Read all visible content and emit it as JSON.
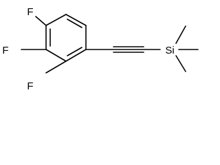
{
  "molecule": {
    "atoms": {
      "f_top": "F",
      "f_mid": "F",
      "f_bottom": "F",
      "silicon": "Si"
    }
  },
  "colors": {
    "bond": "#000000",
    "label": "#000000",
    "background": "#ffffff"
  }
}
